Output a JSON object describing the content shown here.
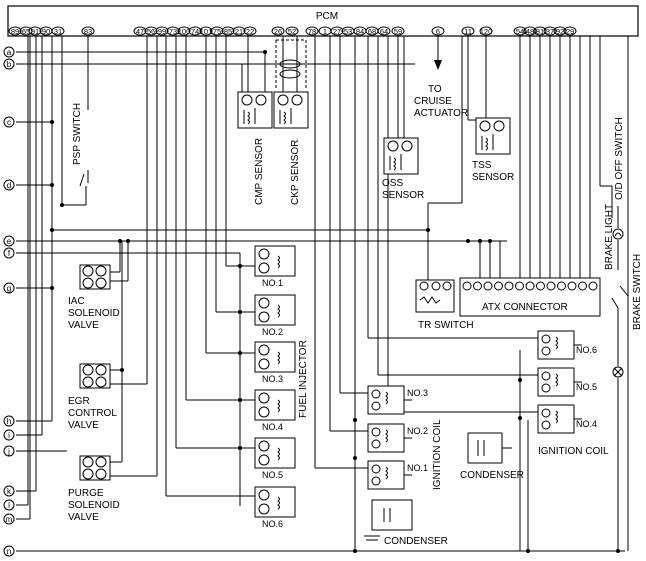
{
  "pcm": {
    "title": "PCM",
    "pins": [
      "89",
      "65",
      "91",
      "90",
      "31",
      "83",
      "47",
      "56",
      "99",
      "73",
      "100",
      "74",
      "101",
      "75",
      "85",
      "21",
      "22",
      "26",
      "52",
      "78",
      "1",
      "27",
      "53",
      "84",
      "68",
      "64",
      "59",
      "6",
      "11",
      "120",
      "54",
      "48",
      "81",
      "37",
      "92",
      "29"
    ]
  },
  "buses": [
    "a",
    "b",
    "c",
    "d",
    "e",
    "f",
    "g",
    "h",
    "i",
    "j",
    "k",
    "l",
    "m",
    "n"
  ],
  "labels": {
    "psp_switch": "PSP SWITCH",
    "cmp_sensor": "CMP SENSOR",
    "ckp_sensor": "CKP SENSOR",
    "cruise_actuator": [
      "TO",
      "CRUISE",
      "ACTUATOR"
    ],
    "oss_sensor": [
      "OSS",
      "SENSOR"
    ],
    "tss_sensor": [
      "TSS",
      "SENSOR"
    ],
    "od_off_switch": "O/D OFF SWITCH",
    "brake_light": "BRAKE LIGHT",
    "brake_switch": "BRAKE SWITCH",
    "iac_valve": [
      "IAC",
      "SOLENOID",
      "VALVE"
    ],
    "egr_valve": [
      "EGR",
      "CONTROL",
      "VALVE"
    ],
    "purge_valve": [
      "PURGE",
      "SOLENOID",
      "VALVE"
    ],
    "fuel_injector": "FUEL INJECTOR",
    "injectors": [
      "NO.1",
      "NO.2",
      "NO.3",
      "NO.4",
      "NO.5",
      "NO.6"
    ],
    "tr_switch": "TR SWITCH",
    "atx_connector": "ATX CONNECTOR",
    "ignition_coil_left": "IGNITION COIL",
    "coils_left": [
      "NO.3",
      "NO.2",
      "NO.1"
    ],
    "ignition_coil_right": "IGNITION COIL",
    "coils_right": [
      "NO.6",
      "NO.5",
      "NO.4"
    ],
    "condenser_mid": "CONDENSER",
    "condenser_bottom": "CONDENSER"
  }
}
